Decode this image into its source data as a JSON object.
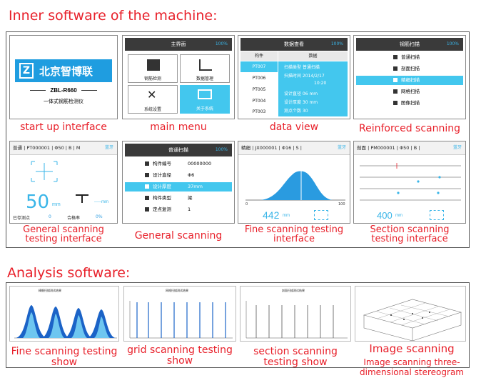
{
  "headings": {
    "inner": "Inner software of the machine:",
    "analysis": "Analysis software:"
  },
  "startup": {
    "brand": "北京智博联",
    "model": "ZBL-R660",
    "subtitle": "一体式钢筋检测仪",
    "caption": "start up interface"
  },
  "main_menu": {
    "title": "主界面",
    "battery": "100%",
    "items": [
      "钢筋检测",
      "数据管理",
      "系统设置",
      "关于系统"
    ],
    "caption": "main menu"
  },
  "data_view": {
    "title": "数据查看",
    "battery": "100%",
    "col_headers": [
      "构件",
      "数据"
    ],
    "components": [
      "PT007",
      "PT006",
      "PT005",
      "PT004",
      "PT003"
    ],
    "details": [
      "扫描类型  普通扫描",
      "扫描时间  2014/2/17",
      "10:20",
      "设计直径  06 mm",
      "设计厚度  30 mm",
      "测点个数  30"
    ],
    "caption": "data view"
  },
  "reinforced": {
    "title": "钢筋扫描",
    "battery": "100%",
    "items": [
      "普通扫描",
      "剖面扫描",
      "精细扫描",
      "网格扫描",
      "图像扫描"
    ],
    "caption": "Reinforced scanning"
  },
  "general_test": {
    "title": "普通 | PT000001 | Φ50 | B | M",
    "icon": "蓝牙",
    "big_value": "50",
    "unit": "mm",
    "dash": "-----mm",
    "saved_label": "已存测点",
    "saved_value": "0",
    "rate_label": "合格率",
    "rate_value": "0%",
    "caption": "General scanning testing interface"
  },
  "general_scan": {
    "title": "普通扫描",
    "battery": "100%",
    "rows": [
      {
        "label": "构件编号",
        "value": "00000000"
      },
      {
        "label": "设计直径",
        "value": "Φ6"
      },
      {
        "label": "设计厚度",
        "value": "37mm"
      },
      {
        "label": "构件类型",
        "value": "梁"
      },
      {
        "label": "定点复测",
        "value": "1"
      }
    ],
    "caption": "General scanning"
  },
  "fine_test": {
    "title": "精细 | JX000001 | Φ16 | S |",
    "icon": "蓝牙",
    "value": "442",
    "unit": "mm",
    "axis_labels": [
      "0",
      "100"
    ],
    "caption": "Fine scanning testing interface"
  },
  "section_test": {
    "title": "剖面 | PM000001 | Φ50 | B |",
    "icon": "蓝牙",
    "value": "400",
    "unit": "mm",
    "caption": "Section scanning testing interface"
  },
  "analysis": [
    {
      "title": "精细扫描测试结果",
      "caption": "Fine scanning testing show"
    },
    {
      "title": "网格扫描测试结果",
      "caption": "grid scanning testing show"
    },
    {
      "title": "剖面扫描测试结果",
      "caption": "section scanning testing show"
    },
    {
      "title": "",
      "caption": "Image scanning",
      "caption2": "Image scanning three-dimensional stereogram"
    }
  ],
  "colors": {
    "accent_blue": "#39b5e8",
    "caption_red": "#e8202a",
    "peak_blue": "#1b63c7"
  }
}
